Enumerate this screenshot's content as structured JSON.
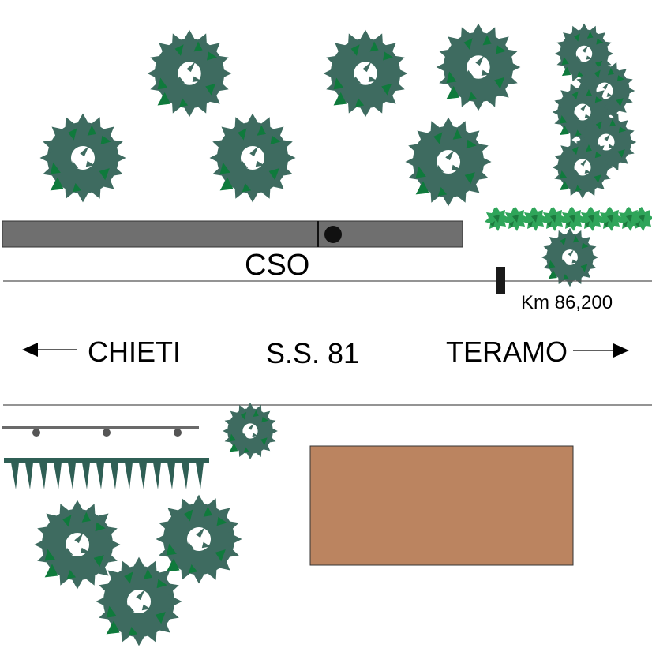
{
  "labels": {
    "cso": "CSO",
    "km": "Km 86,200",
    "west_destination": "CHIETI",
    "road_name": "S.S. 81",
    "east_destination": "TERAMO"
  },
  "colors": {
    "background": "#ffffff",
    "tree_dark": "#3e6b60",
    "tree_light": "#0f7a3c",
    "hedge": "#2fa55a",
    "hedge_dark": "#1c7a3e",
    "cso_bar": "#6f6f6f",
    "road_line": "#555555",
    "marker_post": "#1a1a1a",
    "building": "#bb8460",
    "fence_spikes": "#2f5f55"
  },
  "icons": {
    "tree": "tree-canopy-icon",
    "hedge": "hedge-shrub-icon",
    "arrow_left": "arrow-left-icon",
    "arrow_right": "arrow-right-icon",
    "marker": "kilometer-marker-icon",
    "manhole": "manhole-icon"
  },
  "features": {
    "trees_north": 11,
    "trees_south": 4,
    "hedge_shrubs": 9,
    "fence_spikes": 13,
    "fence_posts": 3
  }
}
